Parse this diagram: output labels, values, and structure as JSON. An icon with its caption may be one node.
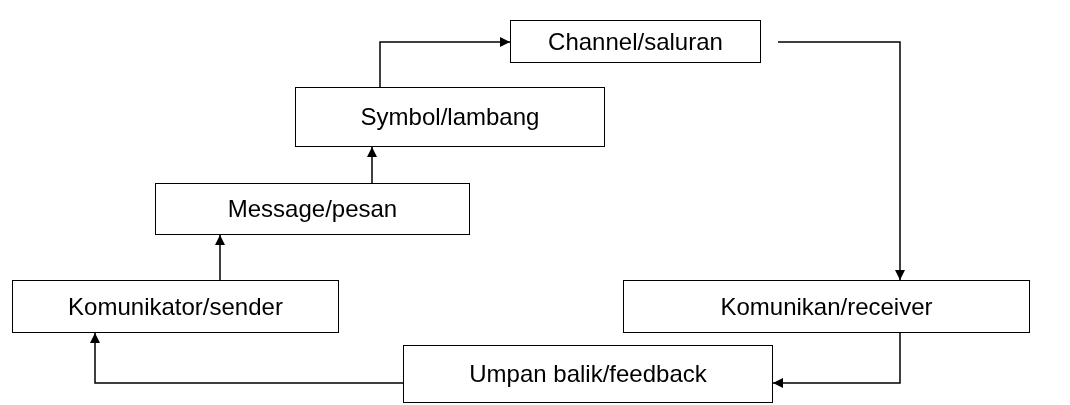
{
  "diagram": {
    "nodes": [
      {
        "text": [
          "Komunikator/sender"
        ]
      },
      {
        "text": [
          "Message/pesan"
        ]
      },
      {
        "text": [
          "Symbol/lambang"
        ]
      },
      {
        "text": [
          "Channel/saluran"
        ]
      },
      {
        "text": [
          "Komunikan/receiver"
        ]
      },
      {
        "text": [
          "Umpan balik/feedback"
        ]
      }
    ],
    "edges": [
      {
        "from": 0,
        "to": 1,
        "arrow": "to"
      },
      {
        "from": 1,
        "to": 2,
        "arrow": "to"
      },
      {
        "from": 2,
        "to": 3,
        "arrow": "to"
      },
      {
        "from": 3,
        "to": 4,
        "arrow": "to"
      },
      {
        "from": 4,
        "to": 5,
        "arrow": "to"
      },
      {
        "from": 5,
        "to": 0,
        "arrow": "to"
      }
    ]
  }
}
